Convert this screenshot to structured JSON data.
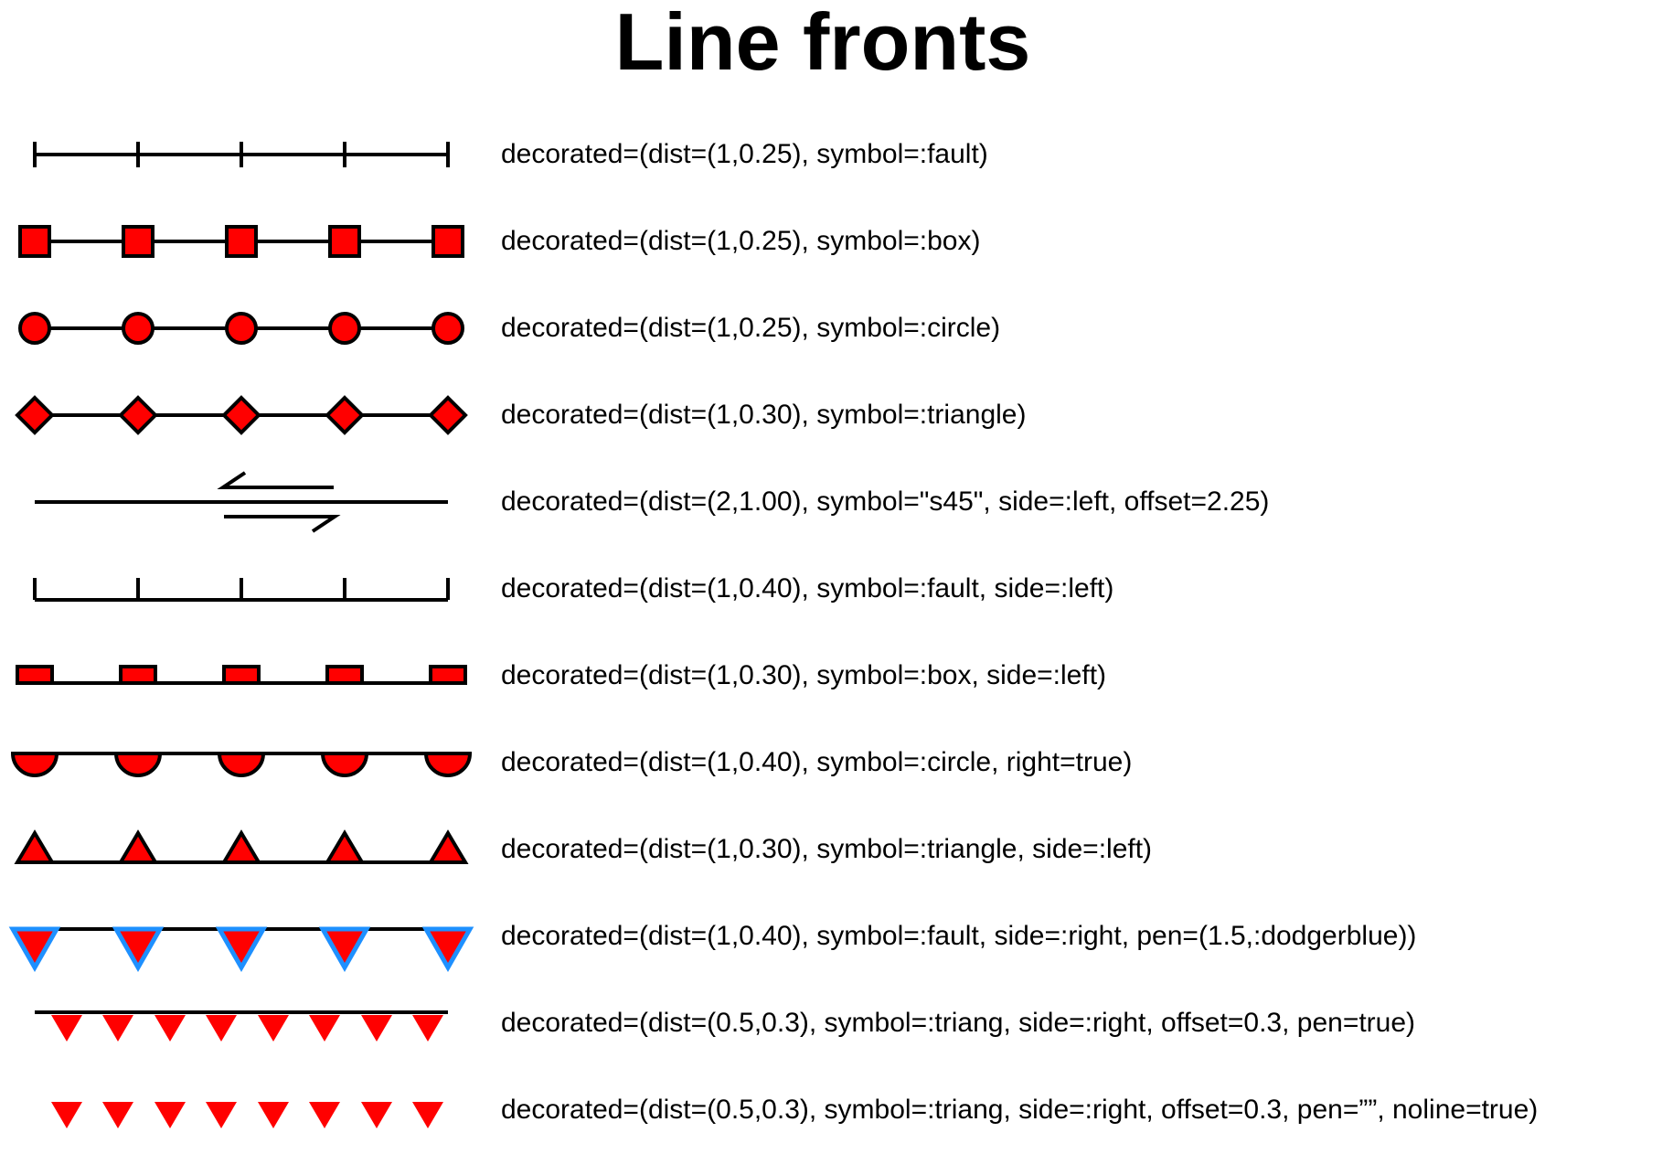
{
  "title": "Line fronts",
  "colors": {
    "line": "#000000",
    "fill": "#ff0000",
    "outline_blue": "#1e90ff"
  },
  "rows": [
    {
      "symbol": "fault",
      "label": "decorated=(dist=(1,0.25), symbol=:fault)"
    },
    {
      "symbol": "box",
      "label": "decorated=(dist=(1,0.25), symbol=:box)"
    },
    {
      "symbol": "circle",
      "label": "decorated=(dist=(1,0.25), symbol=:circle)"
    },
    {
      "symbol": "diamond",
      "label": "decorated=(dist=(1,0.30), symbol=:triangle)"
    },
    {
      "symbol": "strike-slip",
      "label": "decorated=(dist=(2,1.00), symbol=\"s45\", side=:left, offset=2.25)"
    },
    {
      "symbol": "fault-left",
      "label": "decorated=(dist=(1,0.40), symbol=:fault, side=:left)"
    },
    {
      "symbol": "box-left",
      "label": "decorated=(dist=(1,0.30), symbol=:box, side=:left)"
    },
    {
      "symbol": "circle-right",
      "label": "decorated=(dist=(1,0.40), symbol=:circle, right=true)"
    },
    {
      "symbol": "triangle-left",
      "label": "decorated=(dist=(1,0.30), symbol=:triangle, side=:left)"
    },
    {
      "symbol": "fault-right-pen",
      "label": "decorated=(dist=(1,0.40), symbol=:fault, side=:right, pen=(1.5,:dodgerblue))"
    },
    {
      "symbol": "triang-right",
      "label": "decorated=(dist=(0.5,0.3), symbol=:triang, side=:right, offset=0.3, pen=true)"
    },
    {
      "symbol": "triang-noline",
      "label": "decorated=(dist=(0.5,0.3), symbol=:triang, side=:right, offset=0.3, pen=””, noline=true)"
    }
  ]
}
